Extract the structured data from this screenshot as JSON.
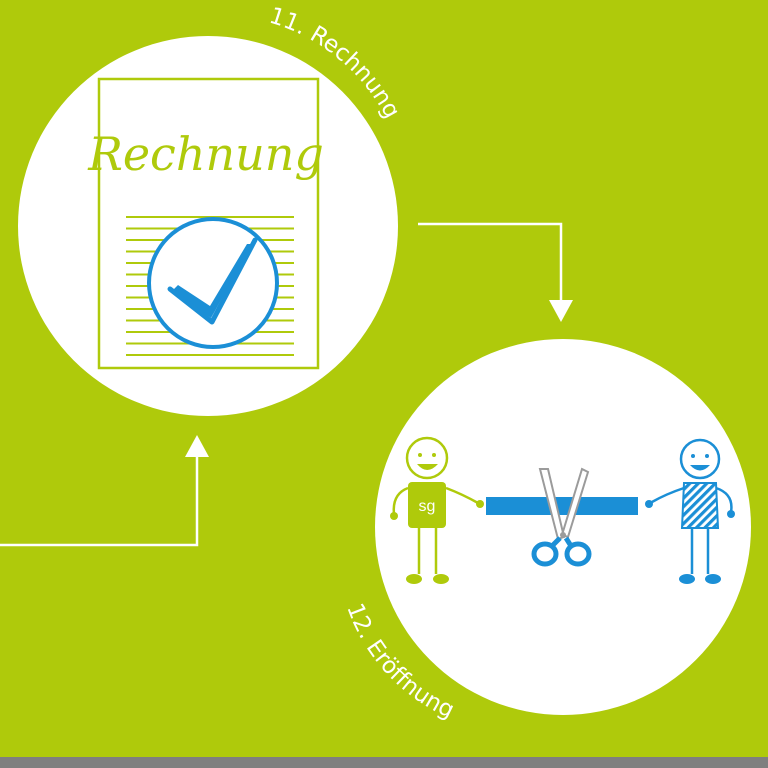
{
  "steps": [
    {
      "number_label": "11. Rechnung",
      "document_heading": "Rechnung"
    },
    {
      "number_label": "12. Eröffnung",
      "shirt_initials": "sg"
    }
  ],
  "colors": {
    "background": "#afca0b",
    "circle": "#ffffff",
    "brand_green": "#afca0b",
    "brand_blue": "#1b8fd6",
    "connector": "#ffffff",
    "footer_bar": "#7f7f7f",
    "scissors": "#9b9b9b"
  },
  "icons": [
    "invoice-document-icon",
    "checkmark-icon",
    "ribbon-cutting-icon",
    "scissors-icon",
    "person-green-icon",
    "person-blue-icon",
    "arrow-down-icon",
    "arrow-up-icon"
  ]
}
